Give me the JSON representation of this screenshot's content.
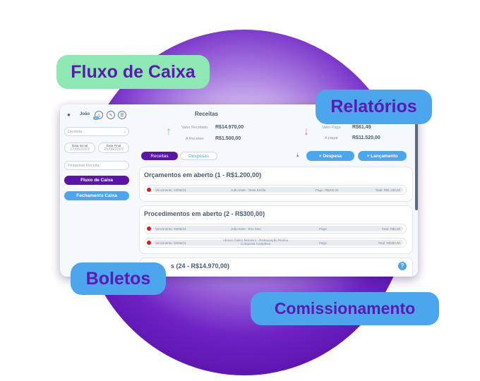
{
  "badges": {
    "fluxo": "Fluxo de Caixa",
    "relatorios": "Relatórios",
    "boletos": "Boletos",
    "comissionamento": "Comissionamento"
  },
  "sidebar": {
    "user": "João",
    "notification_count": "32",
    "dentist_placeholder": "Dentista",
    "start_label": "Data Inicial",
    "start_value": "17/05/2023",
    "end_label": "Data Final",
    "end_value": "25/08/2023",
    "search_placeholder": "Pesquisar Receita",
    "fluxo_button": "Fluxo de Caixa",
    "fechamento_button": "Fechamento Caixa"
  },
  "header": {
    "title": "Receitas",
    "valor_recebido_label": "Valor Recebido",
    "valor_recebido": "R$14.970,00",
    "a_receber_label": "A Receber",
    "a_receber": "R$1.500,00",
    "valor_pago_label": "Valor Pago",
    "valor_pago": "R$61,49",
    "a_pagar_label": "A pagar",
    "a_pagar": "R$11.520,00"
  },
  "tabs": [
    {
      "label": "Receitas",
      "active": true
    },
    {
      "label": "Despesas",
      "active": false
    }
  ],
  "actions": {
    "despesa": "+ Despesa",
    "lancamento": "+ Lançamento"
  },
  "sections": [
    {
      "title": "Orçamentos em aberto (1 - R$1.200,00)",
      "rows": [
        {
          "venc": "Vencimento: 23/06/23",
          "desc": "João teste  - Teste Emília",
          "pago": "Pago: R$200,00",
          "total": "Total: R$1.400,00"
        }
      ]
    },
    {
      "title": "Procedimentos em aberto (2 - R$300,00)",
      "rows": [
        {
          "venc": "Vencimento: 26/05/23",
          "desc": "João teste  - Exo Siso",
          "pago": "Pago:",
          "total": "Total: R$0,00"
        },
        {
          "venc": "Vencimento: 20/06/23",
          "desc": "Afonso Castro Monteiro - Restauração Resina Composta Complexa",
          "pago": "Pago:",
          "total": "Total: R$300,00"
        }
      ]
    },
    {
      "title": "s (24 - R$14.970,00)"
    }
  ],
  "colors": {
    "purple": "#5b13a8",
    "blue": "#4ba6ee",
    "green": "#8ee8b4",
    "up": "#5fe07a",
    "down": "#f47a8c"
  }
}
